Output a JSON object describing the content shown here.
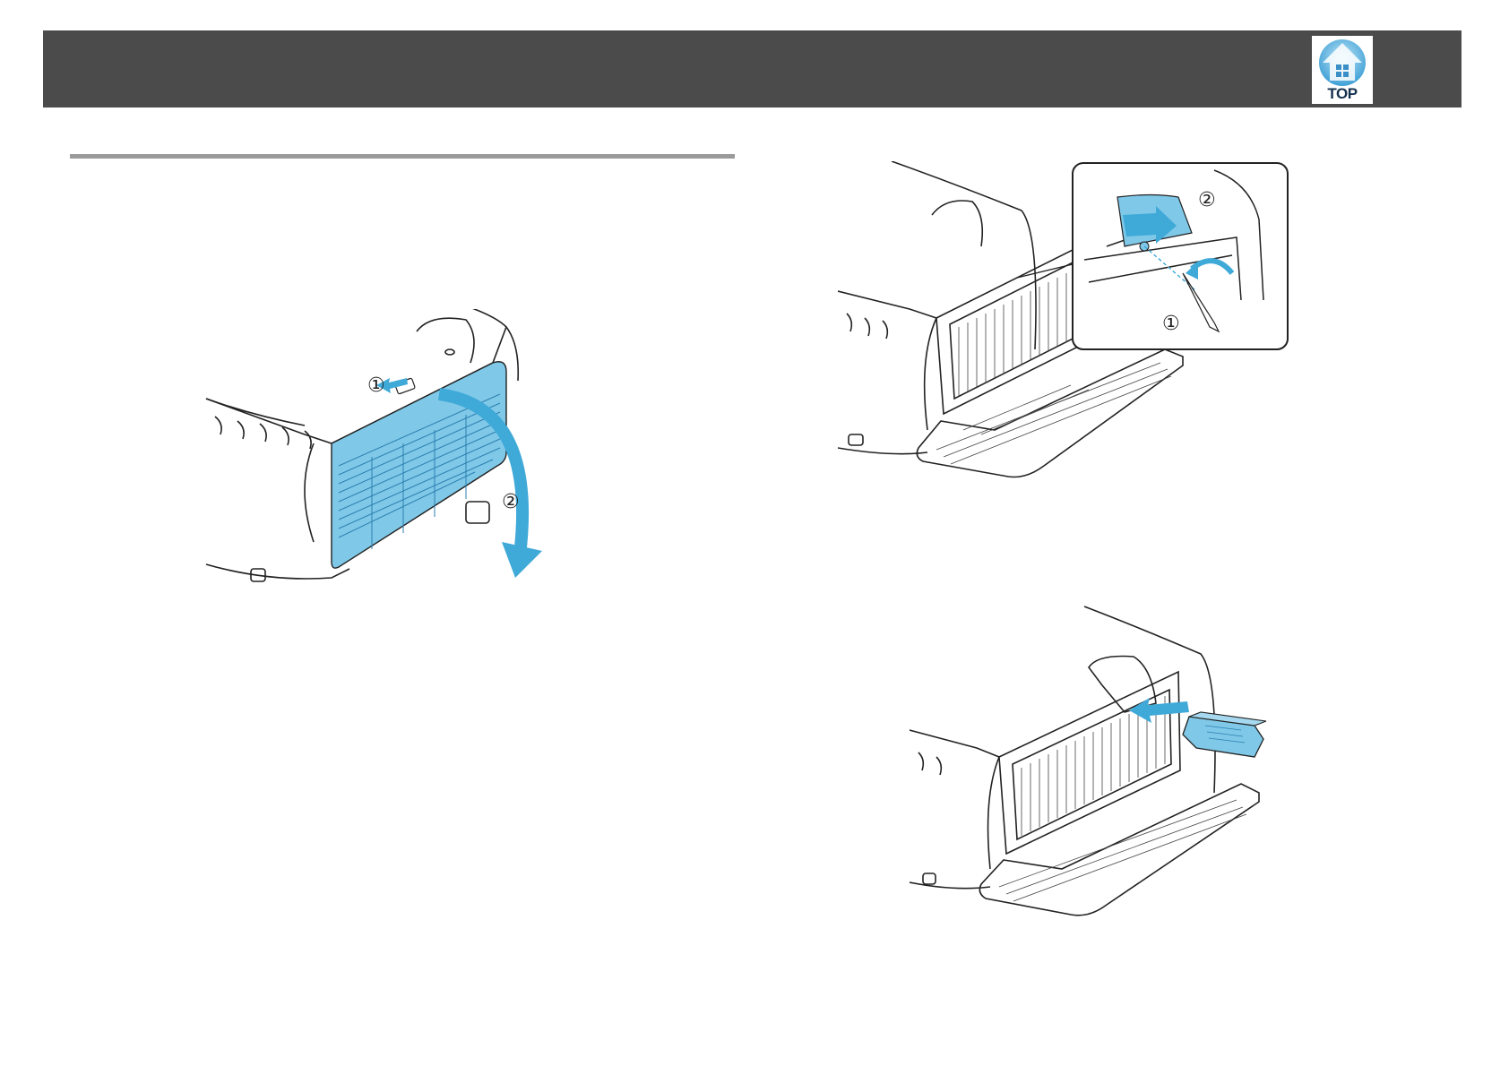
{
  "header": {
    "top_label": "TOP"
  },
  "illustrations": {
    "open_cover": {
      "step1_marker": "①",
      "step2_marker": "②"
    },
    "remove_filter": {
      "step1_marker": "①",
      "step2_marker": "②"
    }
  },
  "colors": {
    "header_bg": "#4b4b4b",
    "accent": "#3fa9d8",
    "accent_fill": "#7fc8e8",
    "rule": "#9a9a9a"
  },
  "icons": {
    "top": "home-icon"
  }
}
